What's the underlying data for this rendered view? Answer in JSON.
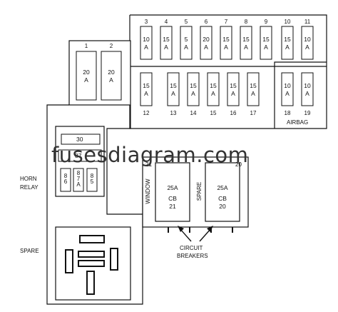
{
  "watermark": "fusesdiagram.com",
  "fuses_top": [
    {
      "num": "3",
      "amp": "10",
      "unit": "A"
    },
    {
      "num": "4",
      "amp": "15",
      "unit": "A"
    },
    {
      "num": "5",
      "amp": "5",
      "unit": "A"
    },
    {
      "num": "6",
      "amp": "20",
      "unit": "A"
    },
    {
      "num": "7",
      "amp": "15",
      "unit": "A"
    },
    {
      "num": "8",
      "amp": "15",
      "unit": "A"
    },
    {
      "num": "9",
      "amp": "15",
      "unit": "A"
    },
    {
      "num": "10",
      "amp": "15",
      "unit": "A"
    },
    {
      "num": "11",
      "amp": "10",
      "unit": "A"
    }
  ],
  "fuses_bottom": [
    {
      "num": "12",
      "amp": "15",
      "unit": "A"
    },
    {
      "num": "13",
      "amp": "15",
      "unit": "A"
    },
    {
      "num": "14",
      "amp": "15",
      "unit": "A"
    },
    {
      "num": "15",
      "amp": "15",
      "unit": "A"
    },
    {
      "num": "16",
      "amp": "15",
      "unit": "A"
    },
    {
      "num": "17",
      "amp": "15",
      "unit": "A"
    },
    {
      "num": "18",
      "amp": "10",
      "unit": "A"
    },
    {
      "num": "19",
      "amp": "10",
      "unit": "A"
    }
  ],
  "fuses_left": [
    {
      "num": "1",
      "amp": "20",
      "unit": "A"
    },
    {
      "num": "2",
      "amp": "20",
      "unit": "A"
    }
  ],
  "airbag_label": "AIRBAG",
  "relay": {
    "fuse30": "30",
    "pin87": "87",
    "pins": [
      [
        "8",
        "6"
      ],
      [
        "8",
        "7",
        "A"
      ],
      [
        "8",
        "5"
      ]
    ]
  },
  "horn_relay_label": [
    "HORN",
    "RELAY"
  ],
  "spare_label": "SPARE",
  "breakers": [
    {
      "num": "21",
      "amp": "25A",
      "cb": "CB",
      "cbnum": "21",
      "side_label": "WINDOW"
    },
    {
      "num": "20",
      "amp": "25A",
      "cb": "CB",
      "cbnum": "20",
      "side_label": "SPARE"
    }
  ],
  "circuit_breakers_label": [
    "CIRCUIT",
    "BREAKERS"
  ]
}
